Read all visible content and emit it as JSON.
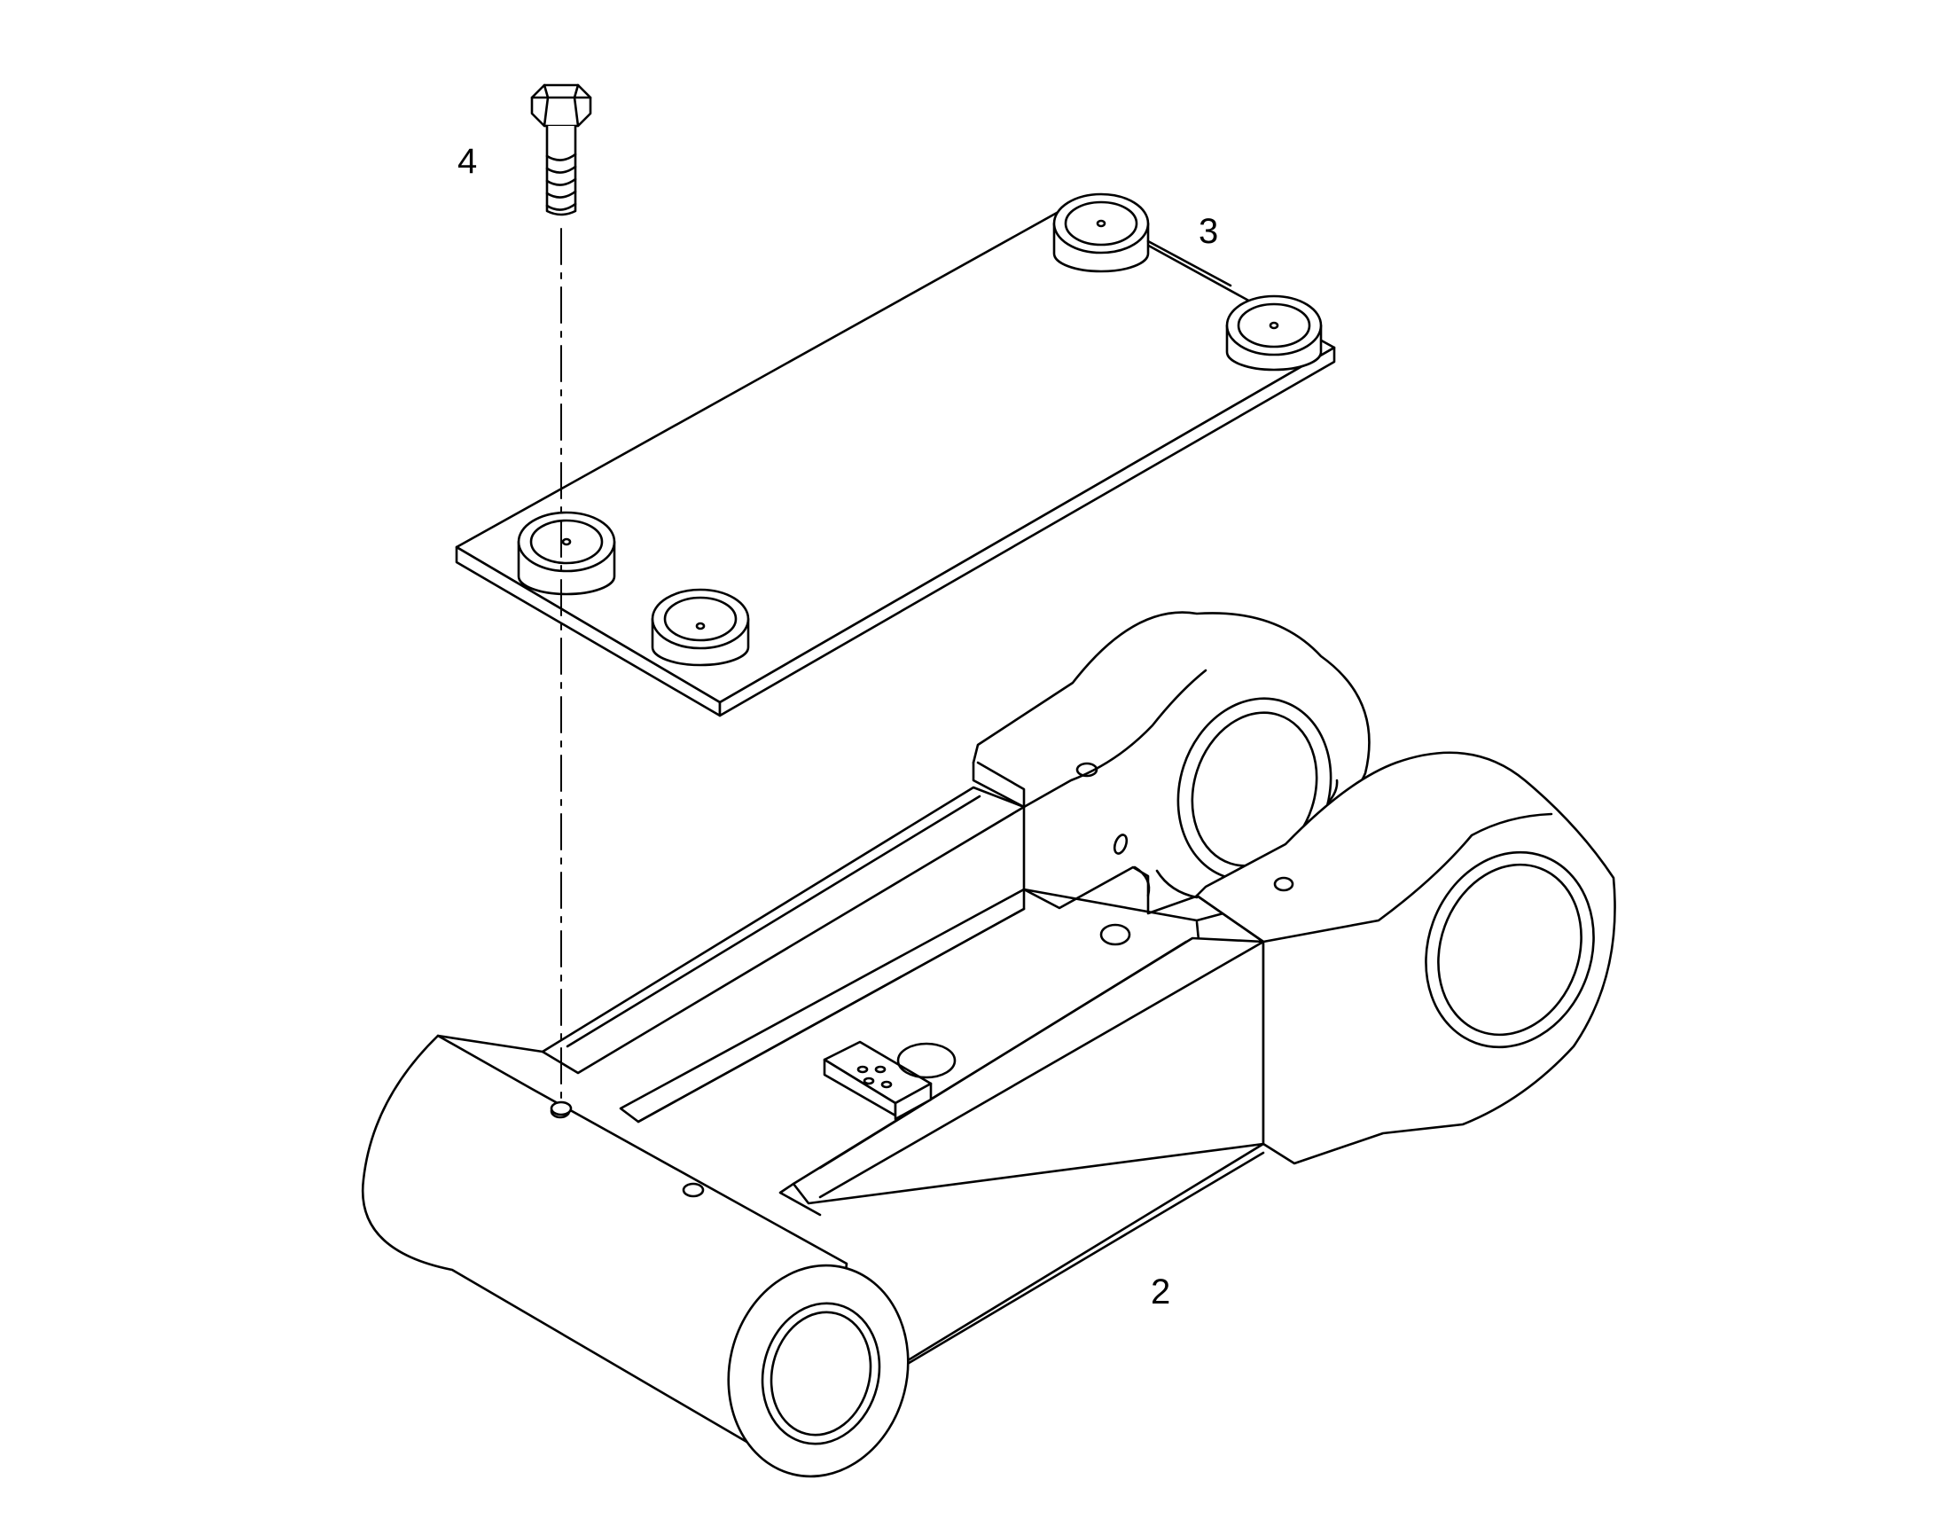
{
  "callouts": {
    "bolt": "4",
    "cover_plate": "3",
    "link_assembly": "2"
  },
  "colors": {
    "line": "#000000",
    "background": "#ffffff"
  }
}
